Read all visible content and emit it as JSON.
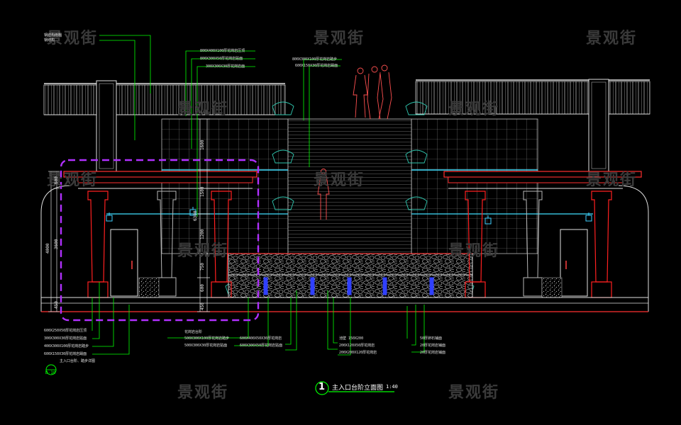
{
  "watermarks": [
    "景观街",
    "景观街",
    "景观街",
    "景观街",
    "景观街",
    "景观街",
    "景观街",
    "景观街",
    "景观街",
    "景观街",
    "景观街",
    "景观街"
  ],
  "drawing_title": {
    "number": "1",
    "label": "主入口台阶立面图",
    "scale": "1:40"
  },
  "section_ref": {
    "label": "主入口台阶、踏步详图",
    "number": "D-10"
  },
  "notes": {
    "top_left_1": "钢结构雨棚",
    "top_left_2": "钢结构",
    "top_center_1": "800X400X100厚花岗岩压顶",
    "top_center_2": "800X300X50厚花岗岩贴面",
    "top_center_3": "300X300X30厚花岗岩面",
    "top_mid_1": "800X300X100厚花岗岩踏步",
    "top_mid_2": "600X150X30厚花岗岩踢面",
    "bottom_left_1": "600X250X50厚花岗岩压顶",
    "bottom_left_2": "300X300X30厚花岗岩贴面",
    "bottom_left_3": "400X300X100厚花岗岩踏步",
    "bottom_left_4": "600X150X30厚花岗岩踢面",
    "bottom_mid_1": "花岗岩台阶",
    "bottom_mid_2": "500X300X100厚花岗岩踏步",
    "bottom_mid_3": "500X300X30厚花岗岩贴面",
    "bottom_c1": "600X400X50X30厚花岗岩",
    "bottom_c2": "600X300X50厚花岗岩贴面",
    "bottom_r1": "池壁 150X200",
    "bottom_r2": "200X120X50厚花岗岩",
    "bottom_r3": "200X200X120厚花岗岩",
    "bottom_far_1": "50厚卵石铺面",
    "bottom_far_2": "20厚花岗岩铺面",
    "bottom_far_3": "20厚花岗岩铺面"
  },
  "dimensions": {
    "left_total": "4000",
    "left_a": "600",
    "left_b": "3600",
    "left_c": "450",
    "mid_a": "1600",
    "mid_b": "1500",
    "mid_c": "6300",
    "mid_d": "1200",
    "mid_e": "750",
    "mid_f": "600",
    "mid_g": "450"
  },
  "colors": {
    "background": "#000000",
    "column_red": "#ff2020",
    "white_line": "#e8e8e8",
    "gray_line": "#b8b8b8",
    "leader_green": "#00ff00",
    "highlight_magenta": "#b030ff",
    "water_blue": "#3040ff",
    "cyan_band": "#40e0ff",
    "person_red": "#ff5050"
  }
}
